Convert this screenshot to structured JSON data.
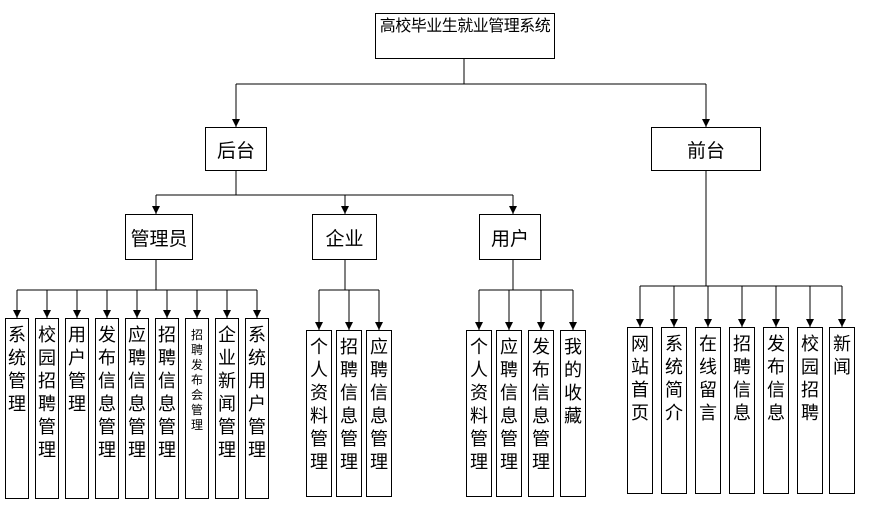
{
  "root": "高校毕业生就业管理系统",
  "backend": {
    "label": "后台",
    "admin": {
      "label": "管理员",
      "items": [
        "系统管理",
        "校园招聘管理",
        "用户管理",
        "发布信息管理",
        "应聘信息管理",
        "招聘信息管理",
        "招聘发布会管理",
        "企业新闻管理",
        "系统用户管理"
      ]
    },
    "company": {
      "label": "企业",
      "items": [
        "个人资料管理",
        "招聘信息管理",
        "应聘信息管理"
      ]
    },
    "user": {
      "label": "用户",
      "items": [
        "个人资料管理",
        "应聘信息管理",
        "发布信息管理",
        "我的收藏"
      ]
    }
  },
  "frontend": {
    "label": "前台",
    "items": [
      "网站首页",
      "系统简介",
      "在线留言",
      "招聘信息",
      "发布信息",
      "校园招聘",
      "新闻"
    ]
  }
}
